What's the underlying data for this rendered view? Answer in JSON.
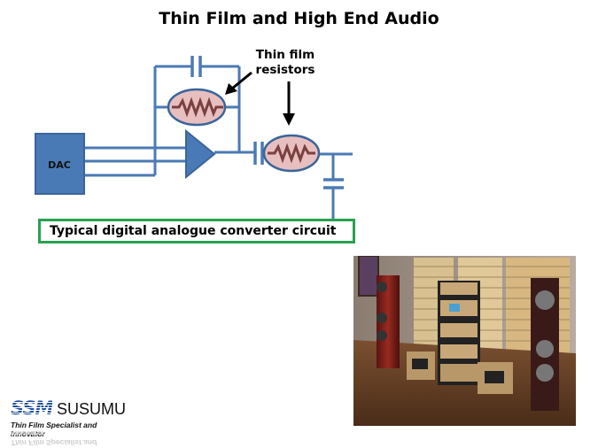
{
  "title": "Thin Film and High End Audio",
  "diagram": {
    "dac_label": "DAC",
    "callout": "Thin film resistors",
    "caption": "Typical digital analogue converter circuit",
    "colors": {
      "wire": "#4a7ab5",
      "dac_fill": "#4a7ab5",
      "resistor_oval_fill": "#e8bfbf",
      "resistor_zigzag": "#7a4040",
      "caption_border": "#27a150"
    }
  },
  "logo": {
    "mark": "SSM",
    "name": "SUSUMU",
    "tagline": "Thin Film Specialist and Innovator"
  },
  "photo": {
    "description": "High-end audio system with tower speakers and amplifier stack"
  }
}
